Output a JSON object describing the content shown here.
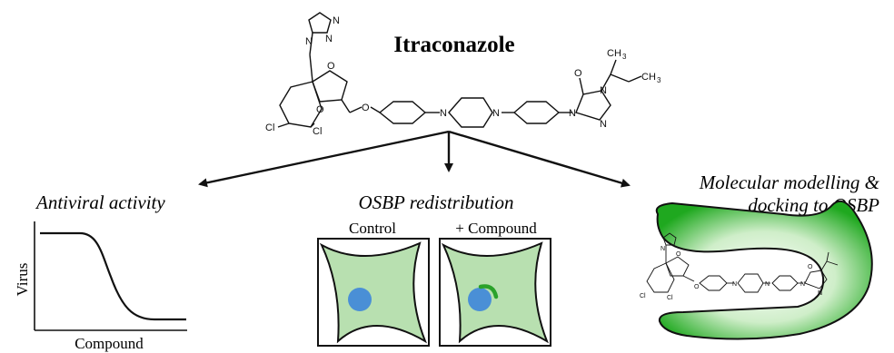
{
  "title": "Itraconazole",
  "panels": {
    "antiviral": {
      "heading": "Antiviral activity",
      "xlabel": "Compound",
      "ylabel": "Virus"
    },
    "osbp": {
      "heading": "OSBP redistribution",
      "control_label": "Control",
      "compound_label": "+ Compound"
    },
    "docking": {
      "heading_line1": "Molecular modelling &",
      "heading_line2": "docking to OSBP"
    }
  },
  "atoms": {
    "n": "N",
    "o": "O",
    "cl": "Cl",
    "ch3": "CH",
    "sub3": "3"
  },
  "colors": {
    "cell_fill": "#b8e0b0",
    "nucleus": "#4a8fd6",
    "osbp_green": "#2aa22a",
    "pocket_dark": "#22b022",
    "line": "#111111"
  }
}
